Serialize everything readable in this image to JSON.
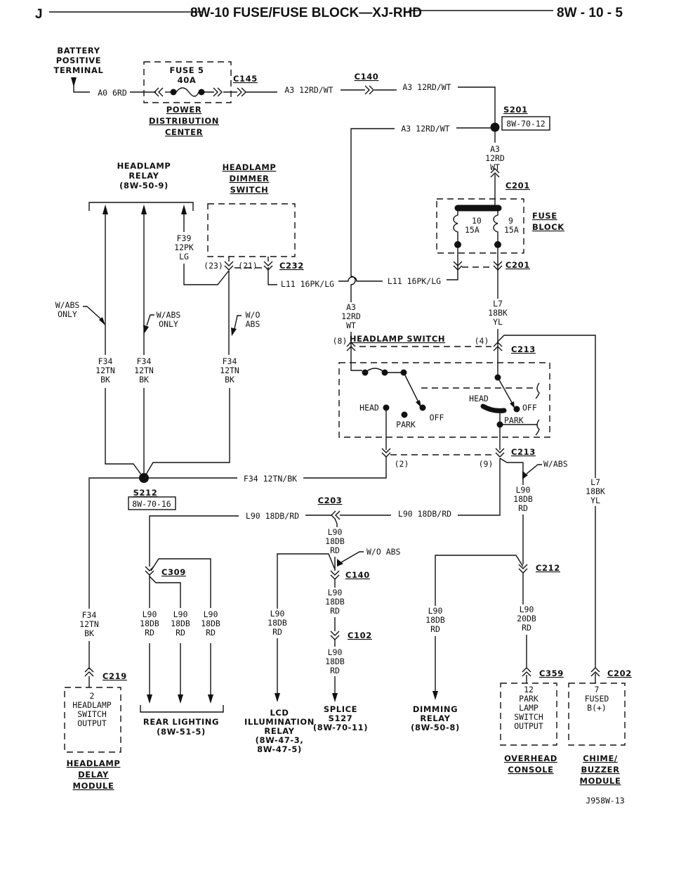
{
  "header": {
    "letter": "J",
    "title": "8W-10 FUSE/FUSE BLOCK—XJ-RHD",
    "page": "8W - 10 - 5"
  },
  "battery": {
    "lines": [
      "BATTERY",
      "POSITIVE",
      "TERMINAL"
    ],
    "wire": "A0 6RD"
  },
  "pdc": {
    "fuse": "FUSE 5",
    "rating": "40A",
    "name": [
      "POWER",
      "DISTRIBUTION",
      "CENTER"
    ]
  },
  "connectors": {
    "c145": "C145",
    "c140": "C140",
    "c201": "C201",
    "c232": "C232",
    "c213": "C213",
    "c203": "C203",
    "c309": "C309",
    "c212": "C212",
    "c102": "C102",
    "c219": "C219",
    "c359": "C359",
    "c202": "C202"
  },
  "splices": {
    "s201": {
      "name": "S201",
      "ref": "8W-70-12"
    },
    "s212": {
      "name": "S212",
      "ref": "8W-70-16"
    }
  },
  "wires": {
    "a3_h": "A3 12RD/WT",
    "a3_v": [
      "A3",
      "12RD",
      "WT"
    ],
    "l11": "L11 16PK/LG",
    "l7": [
      "L7",
      "18BK",
      "YL"
    ],
    "f39": [
      "F39",
      "12PK",
      "LG"
    ],
    "f34": [
      "F34",
      "12TN",
      "BK"
    ],
    "f34_h": "F34 12TN/BK",
    "l90_h": "L90 18DB/RD",
    "l90": [
      "L90",
      "18DB",
      "RD"
    ],
    "l90_20": [
      "L90",
      "20DB",
      "RD"
    ]
  },
  "fuse_block": {
    "name": [
      "FUSE",
      "BLOCK"
    ],
    "fuses": [
      {
        "num": "10",
        "rating": "15A"
      },
      {
        "num": "9",
        "rating": "15A"
      }
    ]
  },
  "headlamp_relay": [
    "HEADLAMP",
    "RELAY",
    "(8W-50-9)"
  ],
  "dimmer_switch": [
    "HEADLAMP",
    "DIMMER",
    "SWITCH"
  ],
  "pins": {
    "p23": "(23)",
    "p21": "(21)",
    "p8": "(8)",
    "p4": "(4)",
    "p2": "(2)",
    "p9": "(9)"
  },
  "options": {
    "w_abs_only": [
      "W/ABS",
      "ONLY"
    ],
    "wo_abs": [
      "W/O",
      "ABS"
    ],
    "w_abs": "W/ABS",
    "wo_abs_h": "W/O ABS"
  },
  "headlamp_switch": {
    "name": "HEADLAMP SWITCH",
    "head": "HEAD",
    "park": "PARK",
    "off": "OFF"
  },
  "destinations": {
    "delay_module": {
      "pin": "2",
      "lines": [
        "HEADLAMP",
        "SWITCH",
        "OUTPUT"
      ],
      "name": [
        "HEADLAMP",
        "DELAY",
        "MODULE"
      ]
    },
    "rear_lighting": [
      "REAR LIGHTING",
      "(8W-51-5)"
    ],
    "lcd_relay": [
      "LCD",
      "ILLUMINATION",
      "RELAY",
      "(8W-47-3,",
      "8W-47-5)"
    ],
    "splice": [
      "SPLICE",
      "S127",
      "(8W-70-11)"
    ],
    "dimming_relay": [
      "DIMMING",
      "RELAY",
      "(8W-50-8)"
    ],
    "overhead_console": {
      "pin": "12",
      "lines": [
        "PARK",
        "LAMP",
        "SWITCH",
        "OUTPUT"
      ],
      "name": [
        "OVERHEAD",
        "CONSOLE"
      ]
    },
    "chime_module": {
      "pin": "7",
      "lines": [
        "FUSED",
        "B(+)"
      ],
      "name": [
        "CHIME/",
        "BUZZER",
        "MODULE"
      ]
    }
  },
  "figure_id": "J958W-13"
}
